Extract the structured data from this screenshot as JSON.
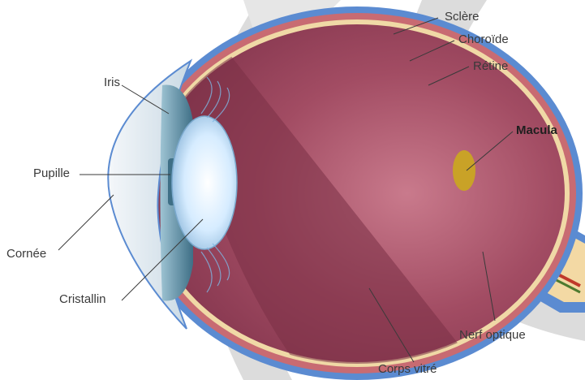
{
  "labels": {
    "sclere": "Sclère",
    "choroide": "Choroïde",
    "retine": "Rétine",
    "macula": "Macula",
    "iris": "Iris",
    "pupille": "Pupille",
    "cornee": "Cornée",
    "cristallin": "Cristallin",
    "nerf_optique": "Nerf optique",
    "corps_vitre": "Corps vitré"
  },
  "colors": {
    "sclera": "#5b8bd1",
    "choroid": "#c86b72",
    "retina": "#f0d9a6",
    "vitreous": "#a24c63",
    "vitreous_dark": "#7a2f45",
    "macula": "#c9a227",
    "lens": "#dbeeff",
    "cornea": "#e8f1f8",
    "iris": "#5d8fa6",
    "background_arc": "#dcdcdc",
    "leader_line": "#3a3a3a",
    "nerve": "#f3d9a4",
    "nerve_vessel_red": "#c0392b",
    "nerve_vessel_green": "#4e7a2f"
  }
}
